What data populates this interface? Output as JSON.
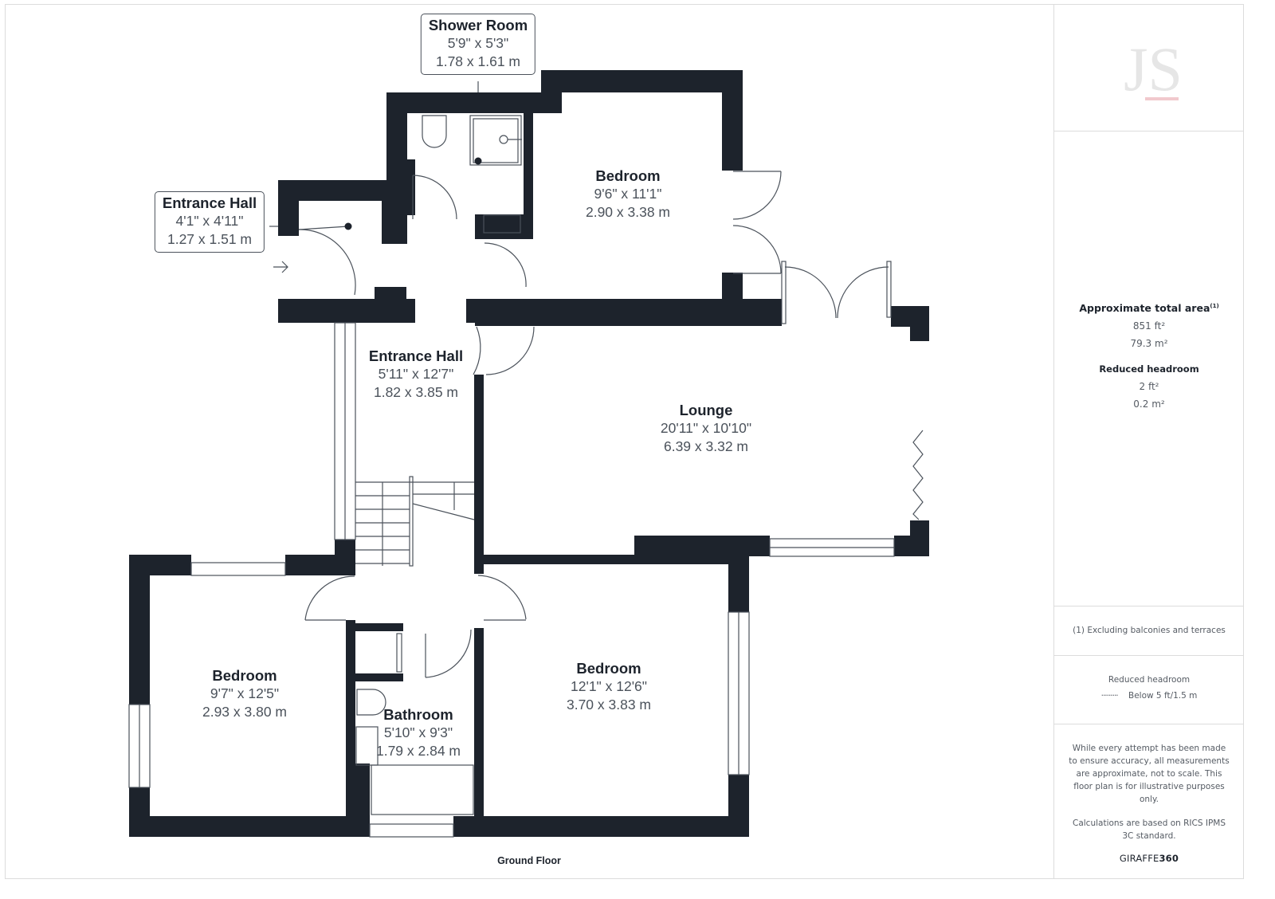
{
  "floor_plan": {
    "floor_name": "Ground Floor",
    "wall_color": "#1d232c",
    "rooms": [
      {
        "id": "shower-room",
        "name": "Shower Room",
        "imperial": "5'9\" x 5'3\"",
        "metric": "1.78 x 1.61 m",
        "boxed": true
      },
      {
        "id": "entrance-hall-porch",
        "name": "Entrance Hall",
        "imperial": "4'1\" x 4'11\"",
        "metric": "1.27 x 1.51 m",
        "boxed": true
      },
      {
        "id": "bedroom-1",
        "name": "Bedroom",
        "imperial": "9'6\" x 11'1\"",
        "metric": "2.90 x 3.38 m",
        "boxed": false
      },
      {
        "id": "entrance-hall",
        "name": "Entrance Hall",
        "imperial": "5'11\" x 12'7\"",
        "metric": "1.82 x 3.85 m",
        "boxed": false
      },
      {
        "id": "lounge",
        "name": "Lounge",
        "imperial": "20'11\" x 10'10\"",
        "metric": "6.39 x 3.32 m",
        "boxed": false
      },
      {
        "id": "bedroom-2",
        "name": "Bedroom",
        "imperial": "9'7\" x 12'5\"",
        "metric": "2.93 x 3.80 m",
        "boxed": false
      },
      {
        "id": "bathroom",
        "name": "Bathroom",
        "imperial": "5'10\" x 9'3\"",
        "metric": "1.79 x 2.84 m",
        "boxed": false
      },
      {
        "id": "bedroom-3",
        "name": "Bedroom",
        "imperial": "12'1\" x 12'6\"",
        "metric": "3.70 x 3.83 m",
        "boxed": false
      }
    ]
  },
  "side_panel": {
    "logo_text": "JS",
    "logo_accent_color": "#e9b8bd",
    "approx_total_area_title": "Approximate total area",
    "approx_total_area_footnote": "(1)",
    "total_area_ft": "851 ft²",
    "total_area_m": "79.3 m²",
    "reduced_headroom_title": "Reduced headroom",
    "reduced_headroom_ft": "2 ft²",
    "reduced_headroom_m": "0.2 m²",
    "footnote": "(1) Excluding balconies and terraces",
    "legend_title": "Reduced headroom",
    "legend_line": "·········",
    "legend_text": "Below 5 ft/1.5 m",
    "disclaimer": "While every attempt has been made to ensure accuracy, all measurements are approximate, not to scale. This floor plan is for illustrative purposes only.",
    "calculations_note": "Calculations are based on RICS IPMS 3C standard.",
    "brand_prefix": "GIRAFFE",
    "brand_suffix": "360"
  }
}
